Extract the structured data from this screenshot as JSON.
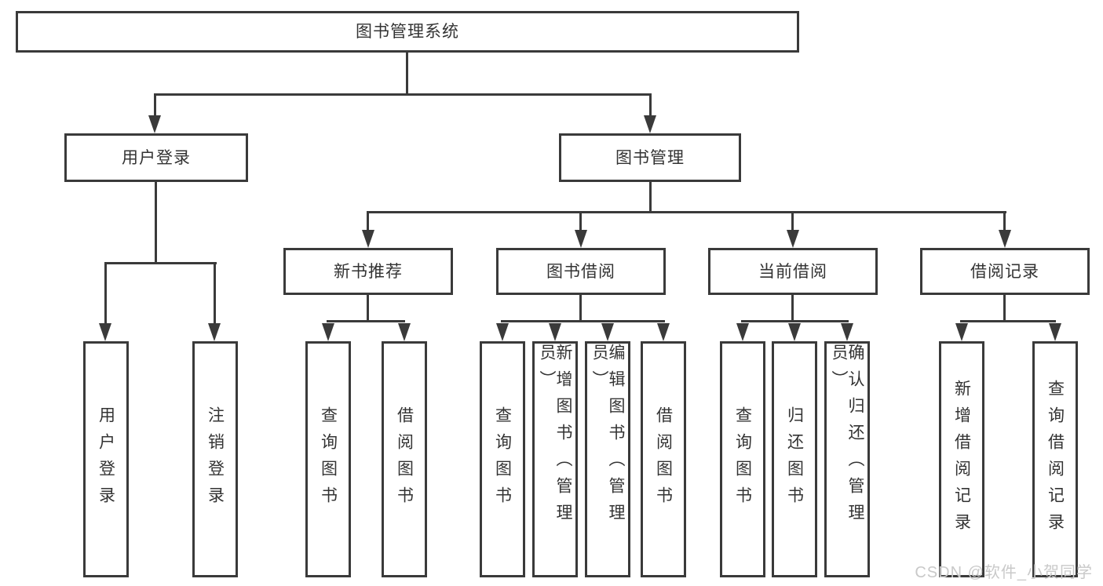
{
  "diagram_type": "tree",
  "nodes": {
    "root": {
      "label": "图书管理系统",
      "children": [
        "user_login",
        "book_mgmt"
      ]
    },
    "user_login": {
      "label": "用户登录",
      "children": [
        "leaf_user_login",
        "leaf_logout"
      ]
    },
    "book_mgmt": {
      "label": "图书管理",
      "children": [
        "new_book_rec",
        "book_borrow",
        "current_borrow",
        "borrow_records"
      ]
    },
    "new_book_rec": {
      "label": "新书推荐",
      "children": [
        "leaf_query_book_1",
        "leaf_borrow_book_1"
      ]
    },
    "book_borrow": {
      "label": "图书借阅",
      "children": [
        "leaf_query_book_2",
        "leaf_add_book",
        "leaf_edit_book",
        "leaf_borrow_book_2"
      ]
    },
    "current_borrow": {
      "label": "当前借阅",
      "children": [
        "leaf_query_book_3",
        "leaf_return_book",
        "leaf_confirm_return"
      ]
    },
    "borrow_records": {
      "label": "借阅记录",
      "children": [
        "leaf_add_borrow_record",
        "leaf_query_borrow_record"
      ]
    },
    "leaf_user_login": {
      "label": "用户登录"
    },
    "leaf_logout": {
      "label": "注销登录"
    },
    "leaf_query_book_1": {
      "label": "查询图书"
    },
    "leaf_borrow_book_1": {
      "label": "借阅图书"
    },
    "leaf_query_book_2": {
      "label": "查询图书"
    },
    "leaf_add_book": {
      "label": "新增图书（管理员）"
    },
    "leaf_edit_book": {
      "label": "编辑图书（管理员）"
    },
    "leaf_borrow_book_2": {
      "label": "借阅图书"
    },
    "leaf_query_book_3": {
      "label": "查询图书"
    },
    "leaf_return_book": {
      "label": "归还图书"
    },
    "leaf_confirm_return": {
      "label": "确认归还（管理员）"
    },
    "leaf_add_borrow_record": {
      "label": "新增借阅记录"
    },
    "leaf_query_borrow_record": {
      "label": "查询借阅记录"
    }
  },
  "watermark": {
    "text": "CSDN @软件_小贺同学",
    "color": "#c9c9c9"
  },
  "colors": {
    "line": "#3a3a3a",
    "text": "#333333",
    "background": "#ffffff"
  }
}
